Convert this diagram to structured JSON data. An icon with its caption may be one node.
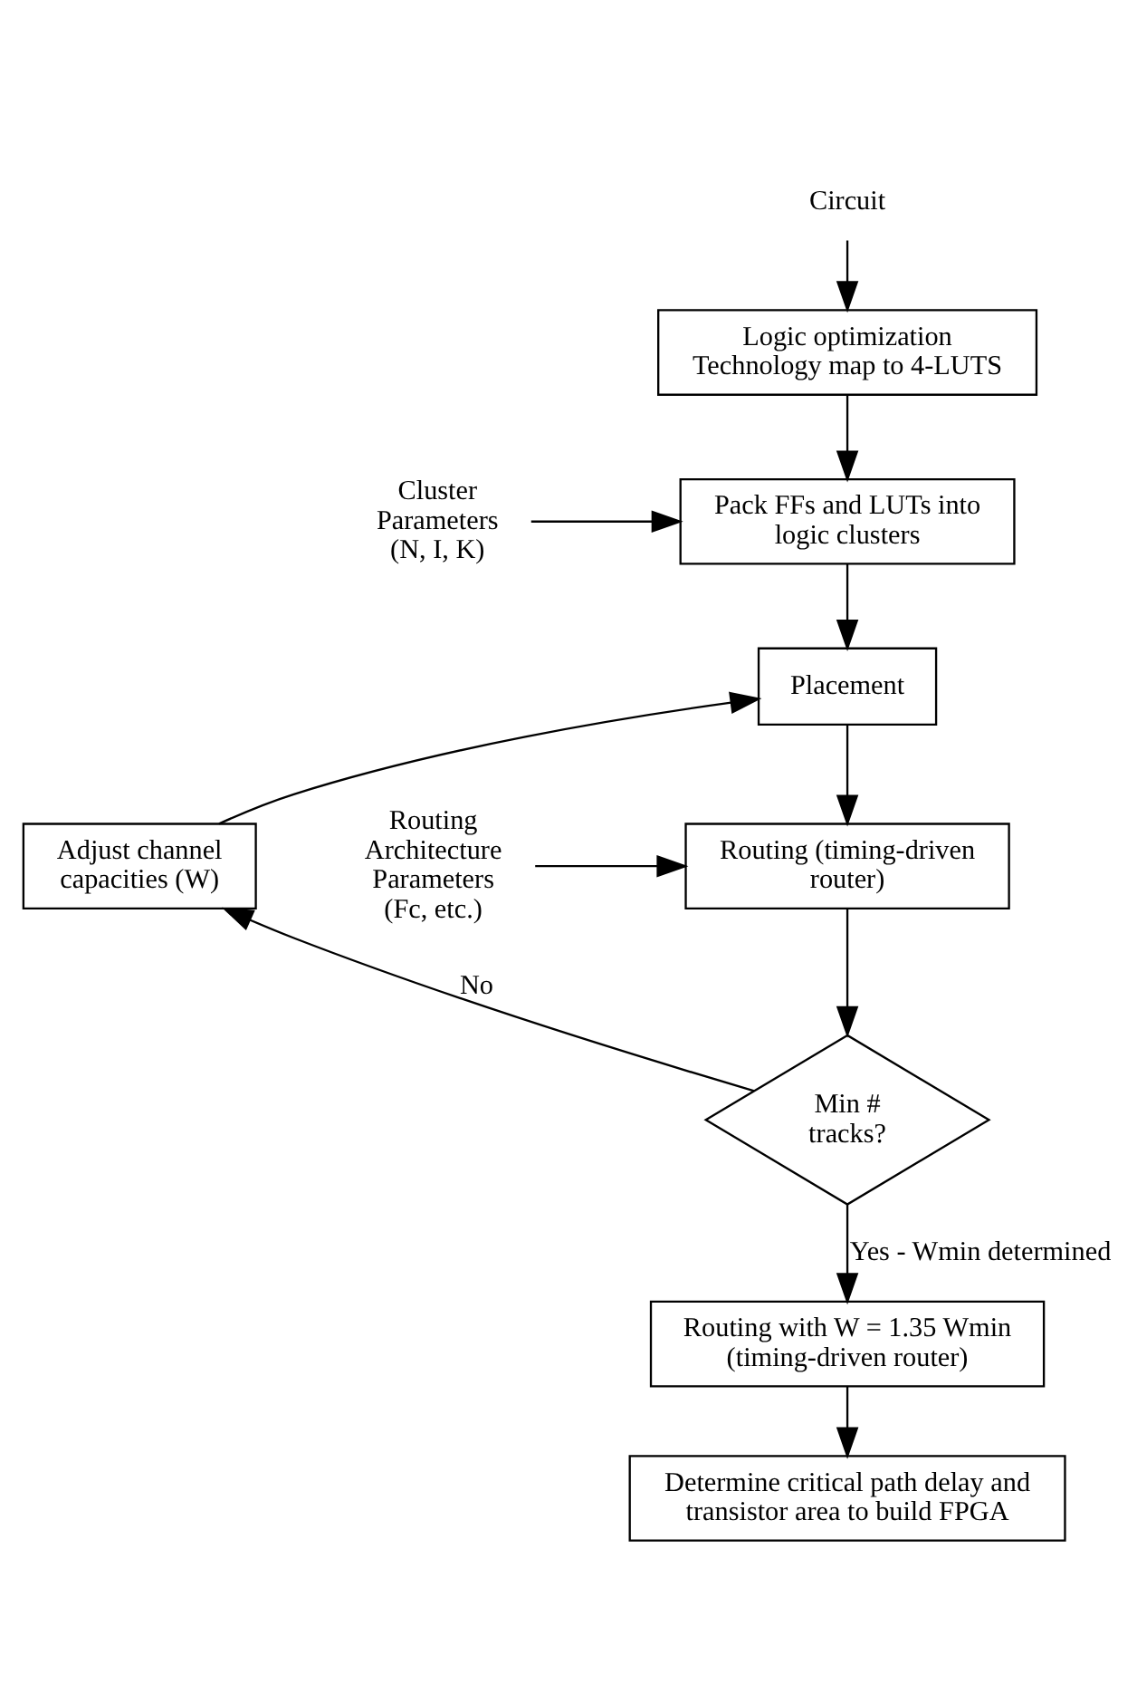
{
  "diagram": {
    "nodes": [
      {
        "text": [
          "Circuit"
        ]
      },
      {
        "text": [
          "Logic optimization",
          "Technology map to 4-LUTS"
        ]
      },
      {
        "text": [
          "Cluster Parameters (N, I, K)"
        ]
      },
      {
        "text": [
          "Pack FFs and LUTs into logic clusters"
        ]
      },
      {
        "text": [
          "Placement"
        ]
      },
      {
        "text": [
          "Routing Architecture Parameters (Fc, etc.)"
        ]
      },
      {
        "text": [
          "Routing (timing-driven router)"
        ]
      },
      {
        "text": [
          "Min # tracks?"
        ]
      },
      {
        "text": [
          "Adjust channel capacities (W)"
        ]
      },
      {
        "text": [
          "Routing with W = 1.35 Wmin",
          "(timing-driven router)"
        ]
      },
      {
        "text": [
          "Determine critical path delay and transistor area to build FPGA"
        ]
      }
    ],
    "edges": [
      {
        "from": 0,
        "to": 1,
        "arrow": "to"
      },
      {
        "from": 1,
        "to": 3,
        "arrow": "to"
      },
      {
        "from": 2,
        "to": 3,
        "arrow": "to"
      },
      {
        "from": 3,
        "to": 4,
        "arrow": "to"
      },
      {
        "from": 5,
        "to": 6,
        "arrow": "to"
      },
      {
        "from": 4,
        "to": 6,
        "arrow": "to"
      },
      {
        "from": 6,
        "to": 7,
        "arrow": "to"
      },
      {
        "from": 7,
        "to": 8,
        "arrow": "to",
        "label": "No"
      },
      {
        "from": 8,
        "to": 4,
        "arrow": "to"
      },
      {
        "from": 7,
        "to": 9,
        "arrow": "to",
        "label": "Yes - Wmin determined"
      },
      {
        "from": 9,
        "to": 10,
        "arrow": "to"
      }
    ]
  }
}
